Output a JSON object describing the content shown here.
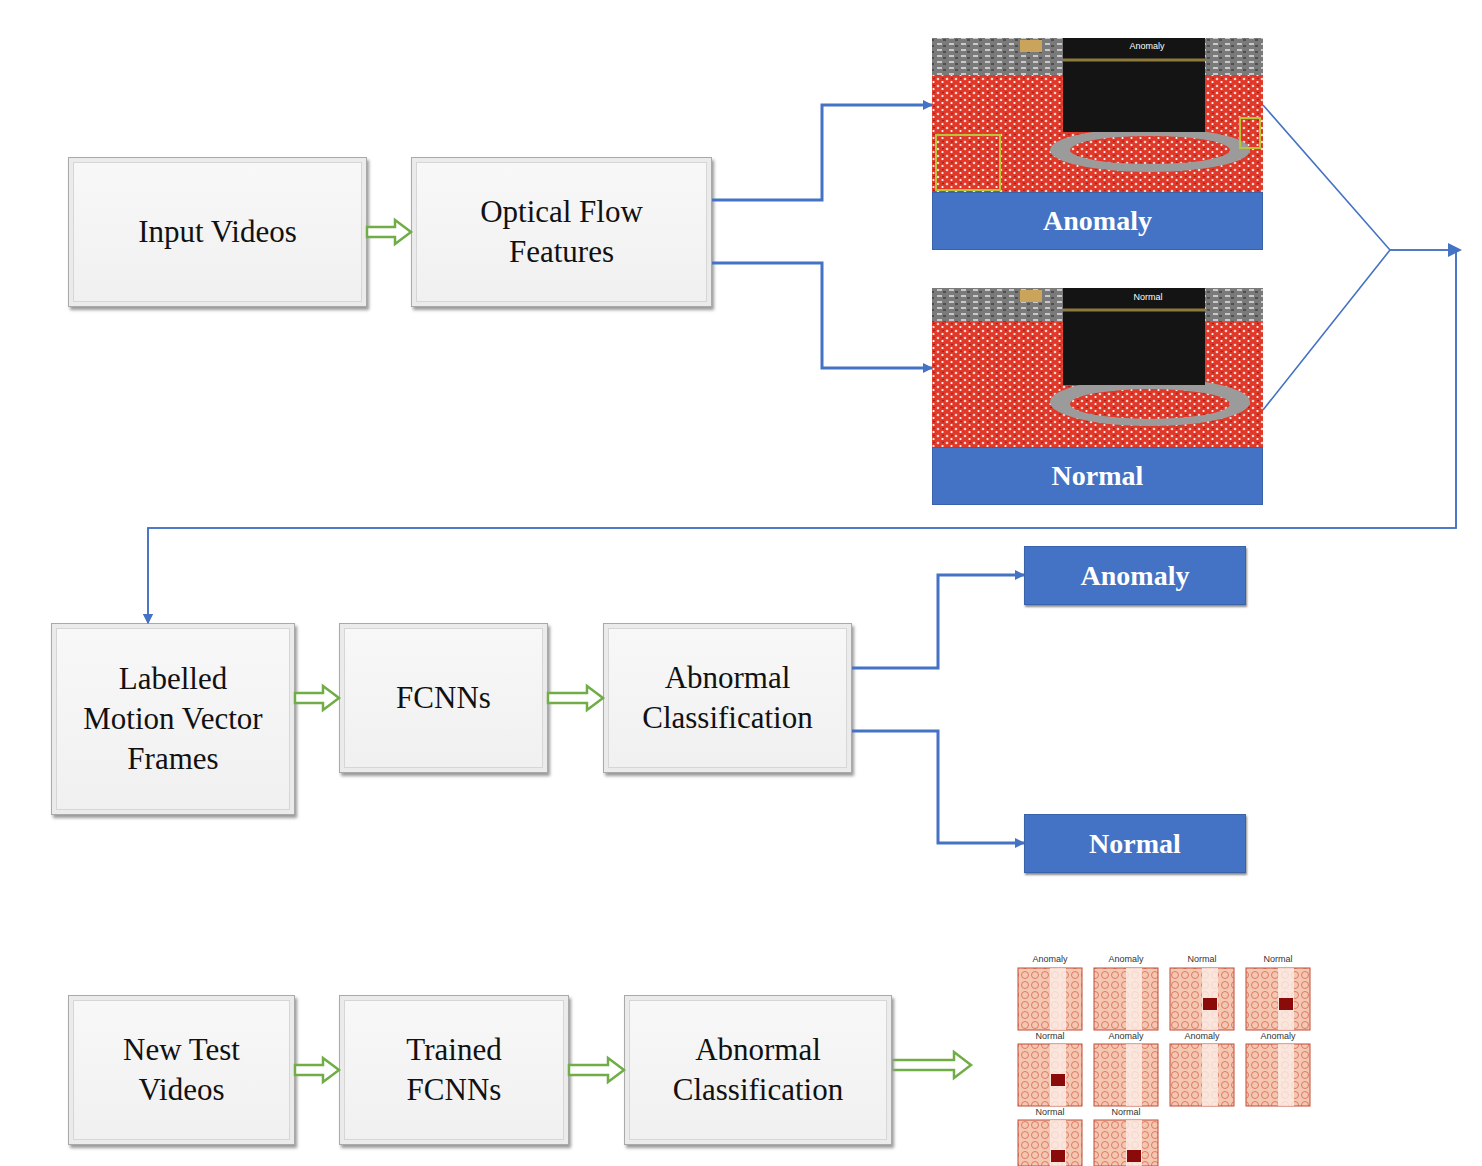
{
  "diagram": {
    "nodes": [
      {
        "text": [
          "Input Videos"
        ]
      },
      {
        "text": [
          "Optical Flow Features"
        ]
      },
      {
        "text": [
          "Anomaly"
        ]
      },
      {
        "text": [
          "Normal"
        ]
      },
      {
        "text": [
          "Labelled Motion Vector Frames"
        ]
      },
      {
        "text": [
          "FCNNs"
        ]
      },
      {
        "text": [
          "Abnormal Classification"
        ]
      },
      {
        "text": [
          "Anomaly"
        ]
      },
      {
        "text": [
          "Normal"
        ]
      },
      {
        "text": [
          "New Test Videos"
        ]
      },
      {
        "text": [
          "Trained FCNNs"
        ]
      },
      {
        "text": [
          "Abnormal Classification"
        ]
      }
    ],
    "edges": [
      {
        "from": 0,
        "to": 1,
        "arrow": "to"
      },
      {
        "from": 1,
        "to": 2,
        "arrow": "to"
      },
      {
        "from": 1,
        "to": 3,
        "arrow": "to"
      },
      {
        "from": 2,
        "to": 4,
        "arrow": "to"
      },
      {
        "from": 3,
        "to": 4,
        "arrow": "to"
      },
      {
        "from": 4,
        "to": 5,
        "arrow": "to"
      },
      {
        "from": 5,
        "to": 6,
        "arrow": "to"
      },
      {
        "from": 6,
        "to": 7,
        "arrow": "to"
      },
      {
        "from": 6,
        "to": 8,
        "arrow": "to"
      },
      {
        "from": 9,
        "to": 10,
        "arrow": "to"
      },
      {
        "from": 10,
        "to": 11,
        "arrow": "to"
      }
    ],
    "labels": [
      "Anomaly",
      "Normal",
      "Anomaly",
      "Anomaly",
      "Normal",
      "Normal",
      "Normal",
      "Anomaly",
      "Anomaly",
      "Anomaly",
      "Normal",
      "Normal"
    ]
  }
}
